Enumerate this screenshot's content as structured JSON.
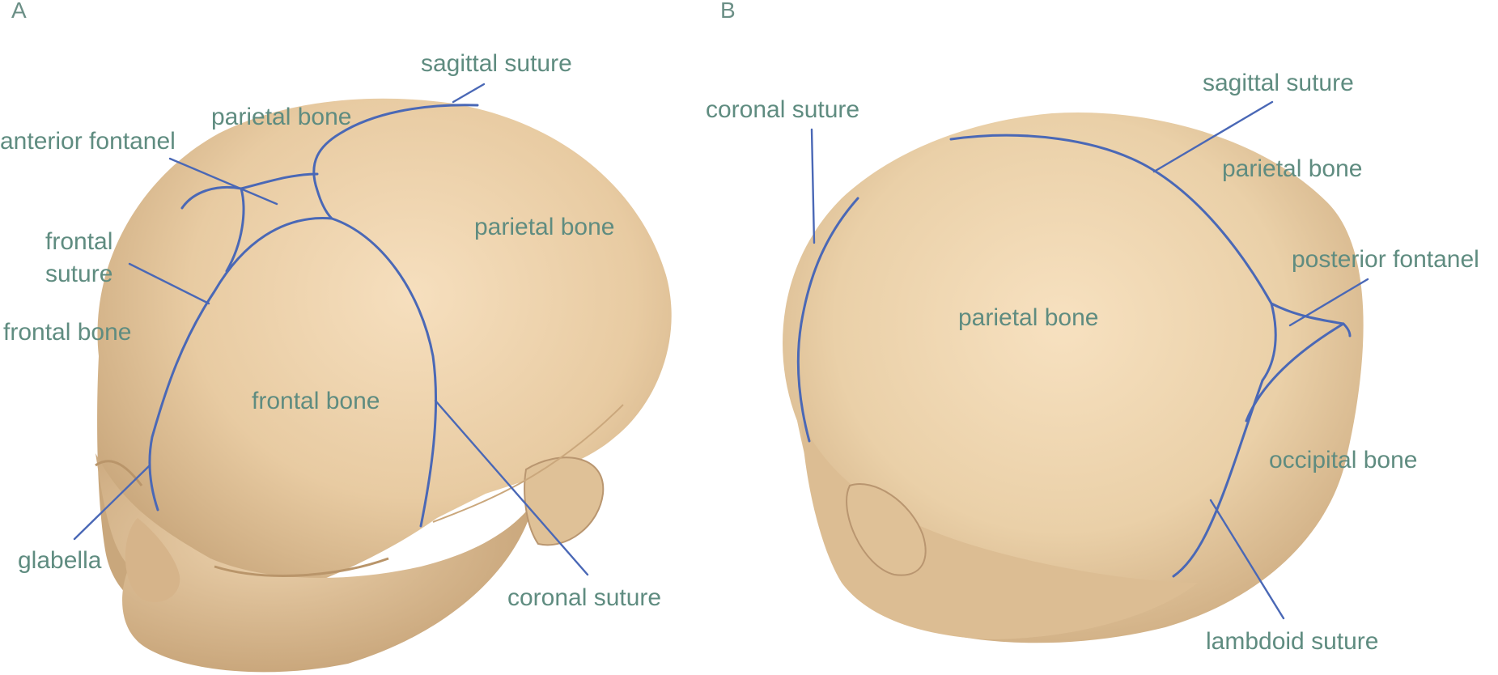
{
  "panels": {
    "a": {
      "letter": "A",
      "labels": {
        "sagittal_suture": "sagittal suture",
        "parietal_bone_top": "parietal bone",
        "anterior_fontanel": "anterior fontanel",
        "frontal_suture_line1": "frontal",
        "frontal_suture_line2": "suture",
        "frontal_bone_left": "frontal bone",
        "parietal_bone_right": "parietal bone",
        "frontal_bone_center": "frontal bone",
        "glabella": "glabella",
        "coronal_suture": "coronal suture"
      }
    },
    "b": {
      "letter": "B",
      "labels": {
        "coronal_suture": "coronal suture",
        "sagittal_suture": "sagittal suture",
        "parietal_bone_right": "parietal bone",
        "posterior_fontanel": "posterior fontanel",
        "parietal_bone_center": "parietal bone",
        "occipital_bone": "occipital bone",
        "lambdoid_suture": "lambdoid suture"
      }
    }
  },
  "colors": {
    "skull": "#e9cfa8",
    "label_text": "#5f8c80",
    "suture_line": "#4a68b6"
  }
}
